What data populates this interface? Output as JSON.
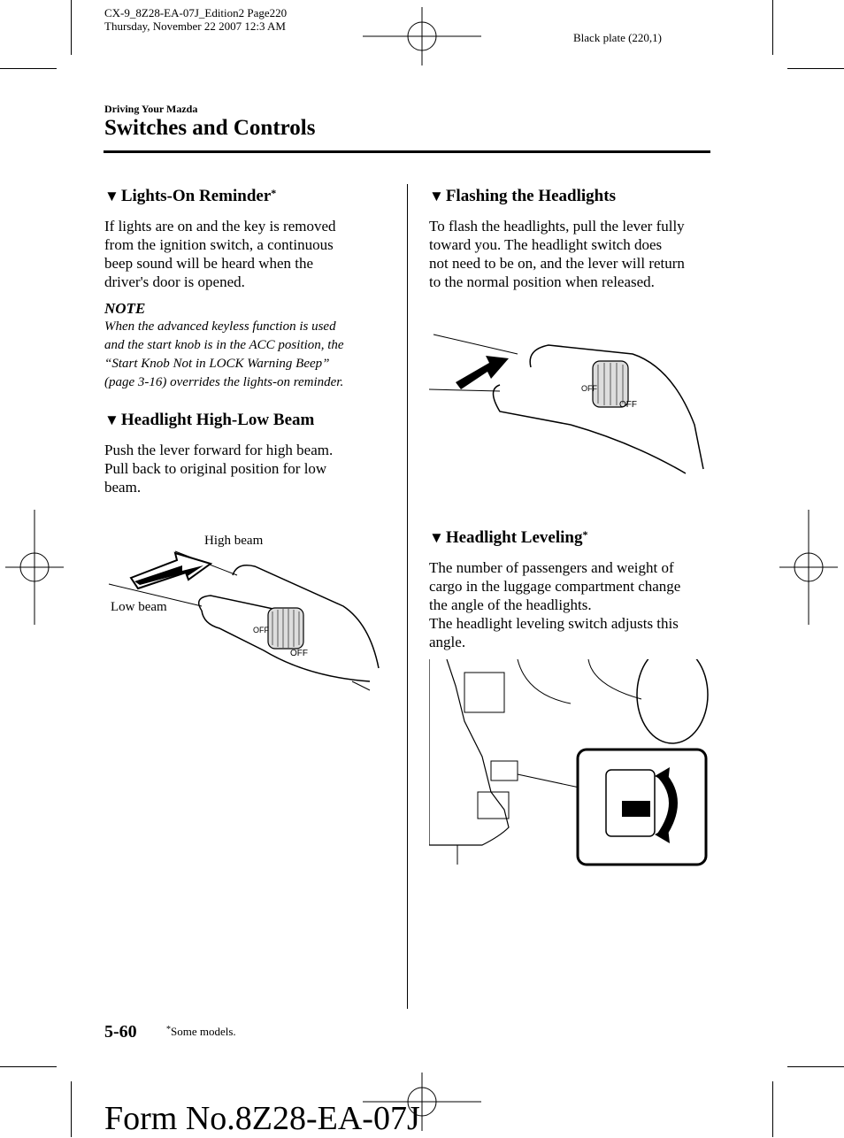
{
  "print_info": {
    "line1": "CX-9_8Z28-EA-07J_Edition2 Page220",
    "line2": "Thursday, November 22 2007 12:3 AM",
    "plate": "Black plate (220,1)"
  },
  "header": {
    "section": "Driving Your Mazda",
    "title": "Switches and Controls"
  },
  "left_column": {
    "lights_on": {
      "heading": "Lights-On Reminder",
      "marker": "*",
      "body": [
        "If lights are on and the key is removed",
        "from the ignition switch, a continuous",
        "beep sound will be heard when the",
        "driver's door is opened."
      ],
      "note_title": "NOTE",
      "note": [
        "When the advanced keyless function is used",
        "and the start knob is in the ACC position, the",
        "“Start Knob Not in LOCK Warning Beep”",
        "(page 3-16) overrides the lights-on reminder."
      ]
    },
    "high_low": {
      "heading": "Headlight High-Low Beam",
      "body": [
        "Push the lever forward for high beam.",
        "Pull back to original position for low",
        "beam."
      ],
      "label_high": "High beam",
      "label_low": "Low beam"
    }
  },
  "right_column": {
    "flashing": {
      "heading": "Flashing the Headlights",
      "body": [
        "To flash the headlights, pull the lever fully",
        "toward you. The headlight switch does",
        "not need to be on, and the lever will return",
        "to the normal position when released."
      ]
    },
    "leveling": {
      "heading": "Headlight Leveling",
      "marker": "*",
      "body": [
        "The number of passengers and weight of",
        "cargo in the luggage compartment change",
        "the angle of the headlights.",
        "The headlight leveling switch adjusts this",
        "angle."
      ]
    }
  },
  "switch_labels": {
    "off": "OFF"
  },
  "footer": {
    "page_number": "5-60",
    "footnote_marker": "*",
    "footnote": "Some models.",
    "form": "Form No.8Z28-EA-07J"
  }
}
